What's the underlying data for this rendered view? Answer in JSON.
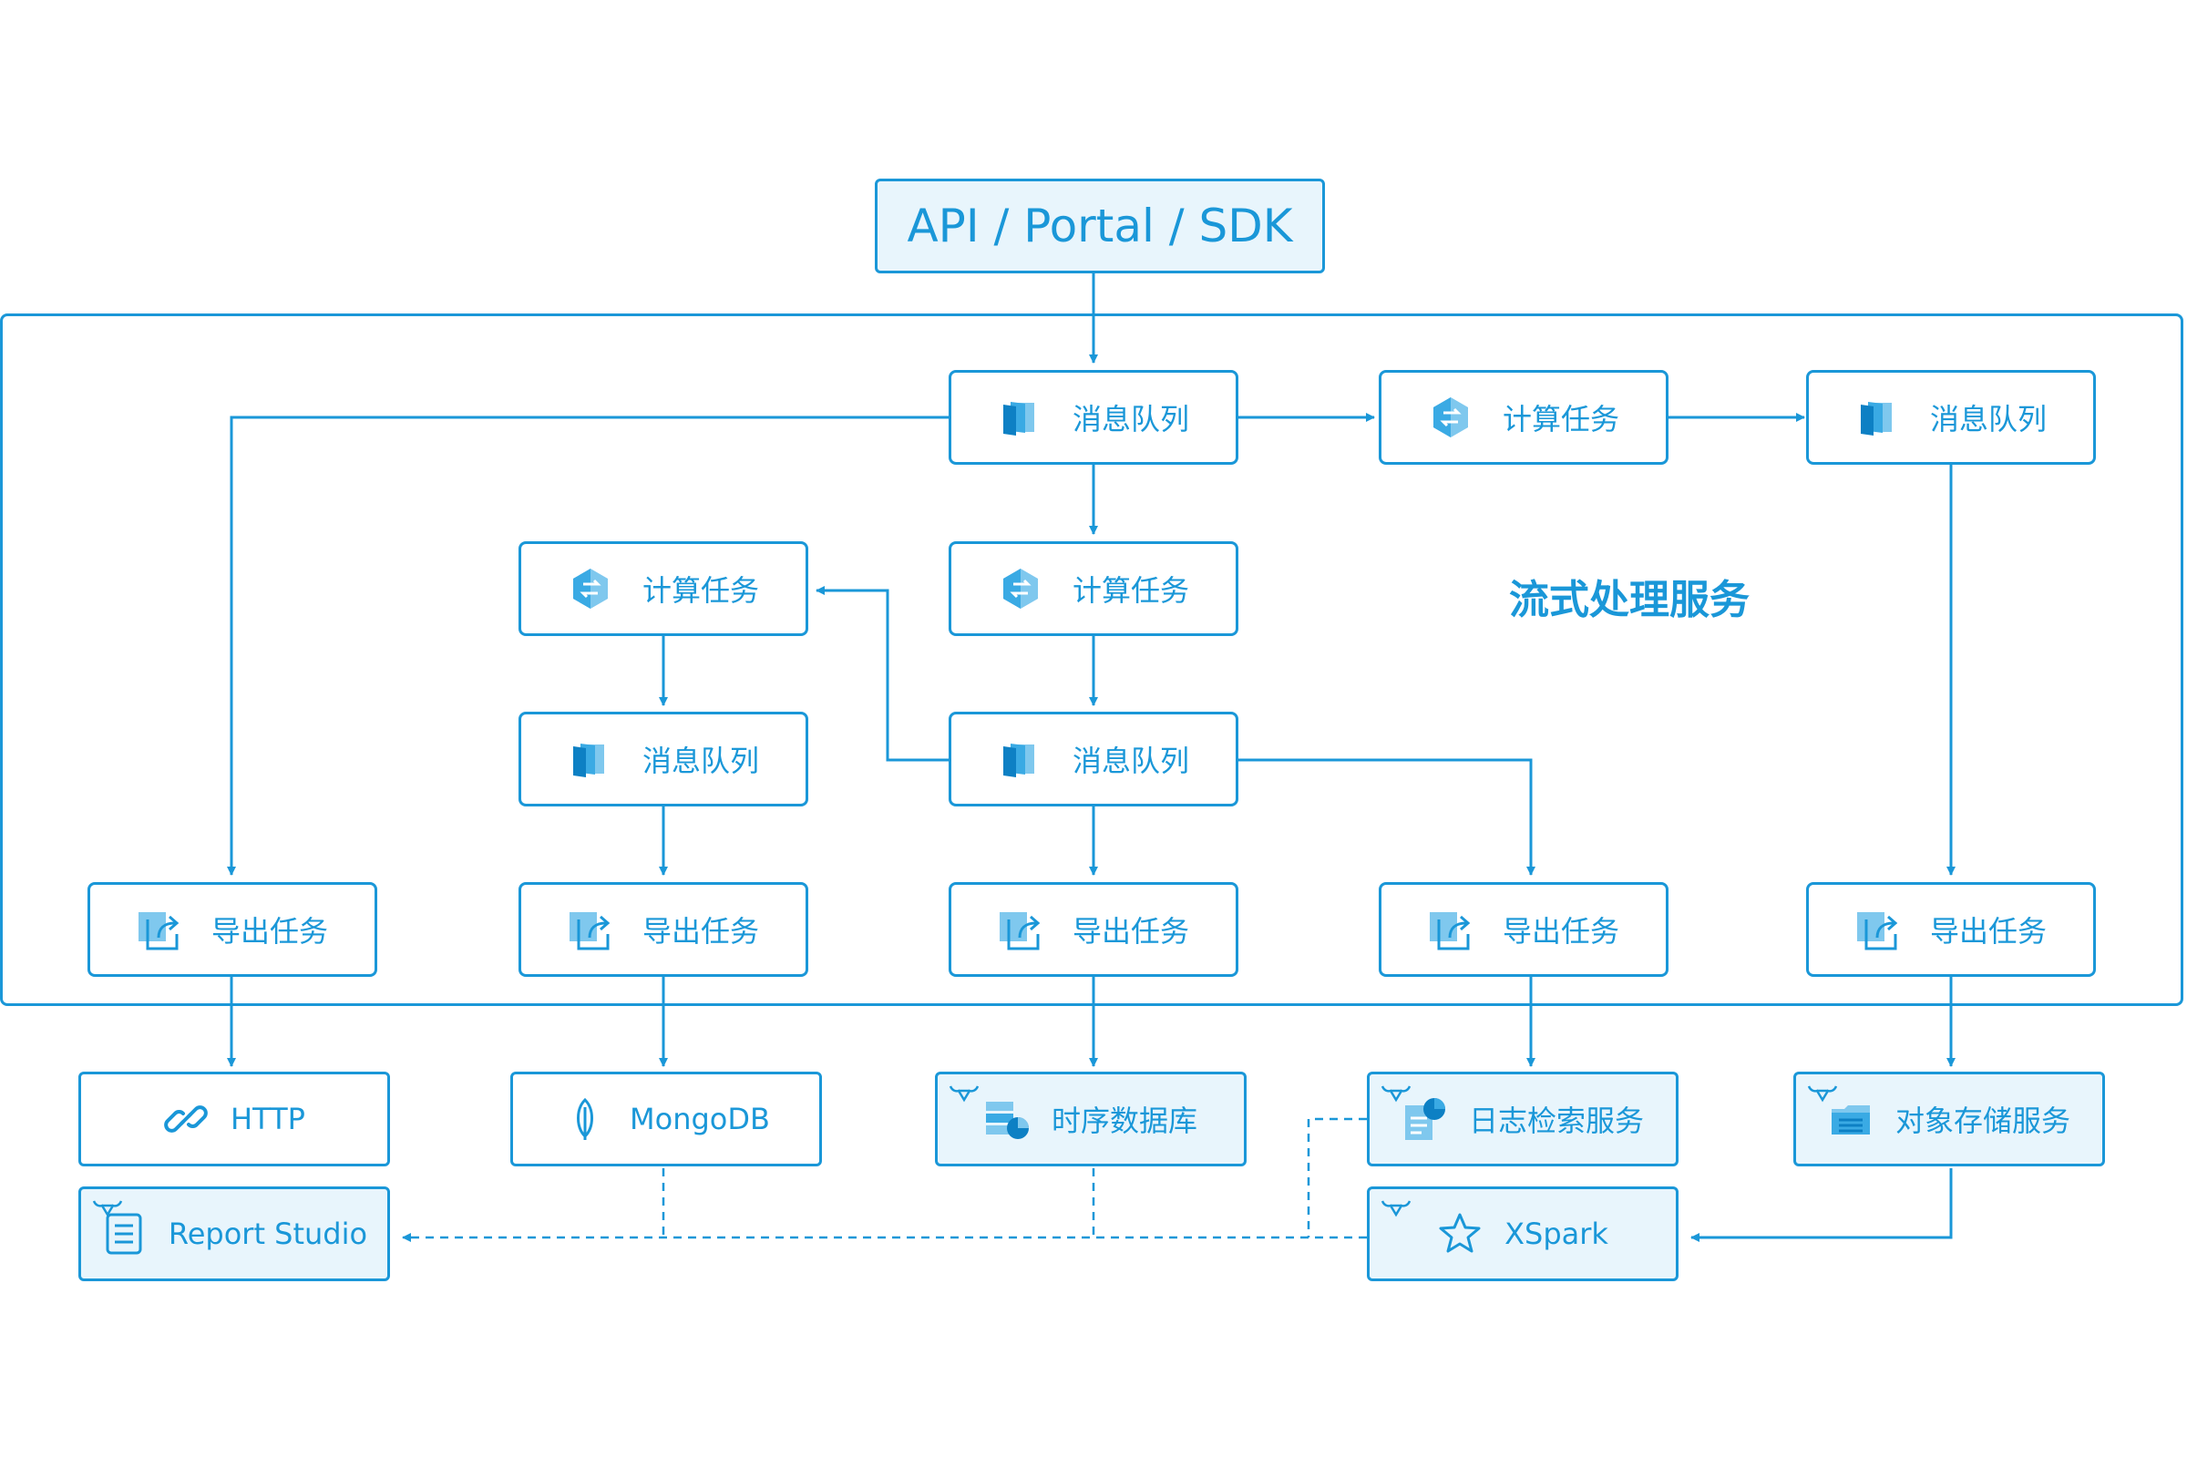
{
  "api": {
    "label": "API / Portal / SDK"
  },
  "group": {
    "label": "流式处理服务"
  },
  "nodes": {
    "mq_center": "消息队列",
    "compute_right": "计算任务",
    "mq_right": "消息队列",
    "compute_left": "计算任务",
    "compute_center": "计算任务",
    "mq_left": "消息队列",
    "mq_center_lower": "消息队列",
    "export_1": "导出任务",
    "export_2": "导出任务",
    "export_3": "导出任务",
    "export_4": "导出任务",
    "export_5": "导出任务"
  },
  "destinations": {
    "http": "HTTP",
    "mongodb": "MongoDB",
    "tsdb": "时序数据库",
    "log_search": "日志检索服务",
    "object_storage": "对象存储服务",
    "report_studio": "Report Studio",
    "xspark": "XSpark"
  },
  "colors": {
    "accent": "#1a97d8",
    "tint": "#e8f5fc",
    "icon_light": "#7fc8ee",
    "icon_dark": "#0d80c4"
  }
}
